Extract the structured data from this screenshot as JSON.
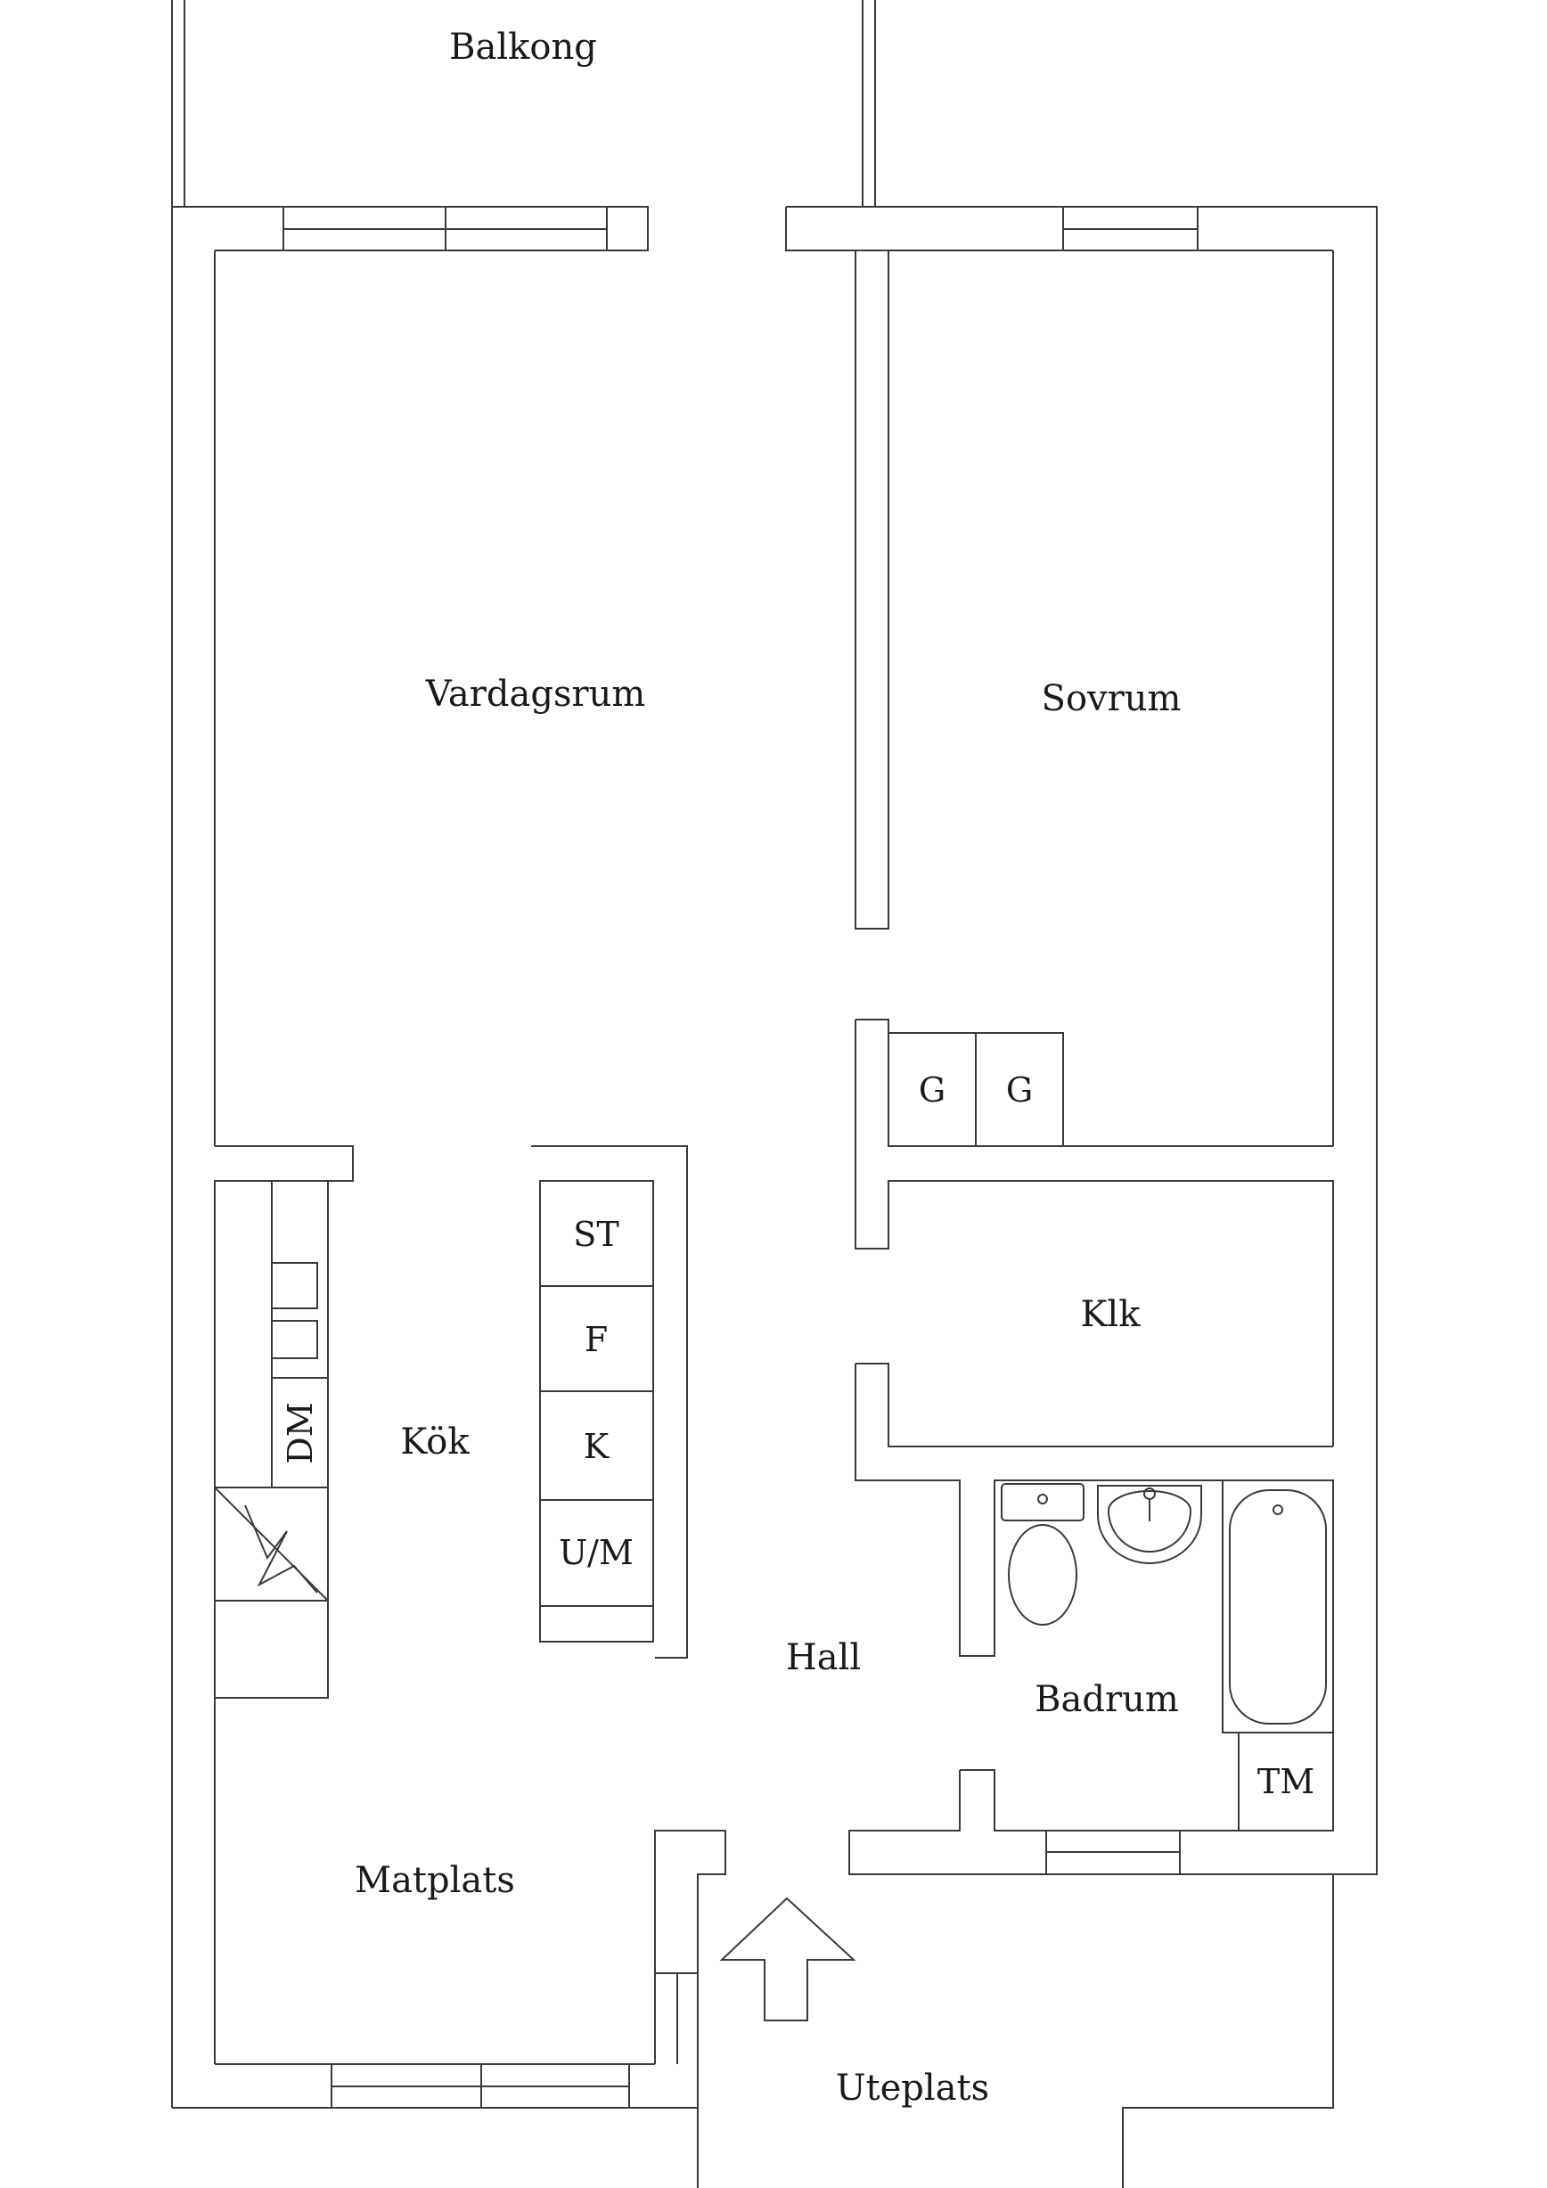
{
  "plan": {
    "rooms": {
      "balkong": "Balkong",
      "vardagsrum": "Vardagsrum",
      "sovrum": "Sovrum",
      "kok": "Kök",
      "klk": "Klk",
      "hall": "Hall",
      "badrum": "Badrum",
      "matplats": "Matplats",
      "uteplats": "Uteplats"
    },
    "fixtures": {
      "wardrobe_1": "G",
      "wardrobe_2": "G",
      "stove": "ST",
      "freezer": "F",
      "fridge": "K",
      "oven_micro": "U/M",
      "dishwasher": "DM",
      "dryer": "TM"
    },
    "entrance_arrow": "entrance-arrow-icon",
    "line_color": "#3a3a3a",
    "background_color": "#ffffff"
  }
}
